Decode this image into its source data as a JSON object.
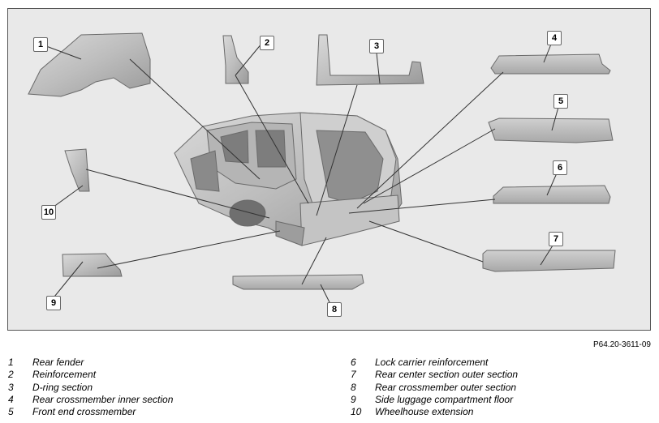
{
  "figure": {
    "callouts": [
      {
        "num": "1"
      },
      {
        "num": "2"
      },
      {
        "num": "3"
      },
      {
        "num": "4"
      },
      {
        "num": "5"
      },
      {
        "num": "6"
      },
      {
        "num": "7"
      },
      {
        "num": "8"
      },
      {
        "num": "9"
      },
      {
        "num": "10"
      }
    ],
    "reference_code": "P64.20-3611-09"
  },
  "legend": {
    "left": [
      {
        "num": "1",
        "label": "Rear fender"
      },
      {
        "num": "2",
        "label": "Reinforcement"
      },
      {
        "num": "3",
        "label": "D-ring section"
      },
      {
        "num": "4",
        "label": "Rear crossmember inner section"
      },
      {
        "num": "5",
        "label": "Front end crossmember"
      }
    ],
    "right": [
      {
        "num": "6",
        "label": "Lock carrier reinforcement"
      },
      {
        "num": "7",
        "label": "Rear center section outer section"
      },
      {
        "num": "8",
        "label": "Rear crossmember outer section"
      },
      {
        "num": "9",
        "label": "Side luggage compartment floor"
      },
      {
        "num": "10",
        "label": "Wheelhouse extension"
      }
    ]
  }
}
